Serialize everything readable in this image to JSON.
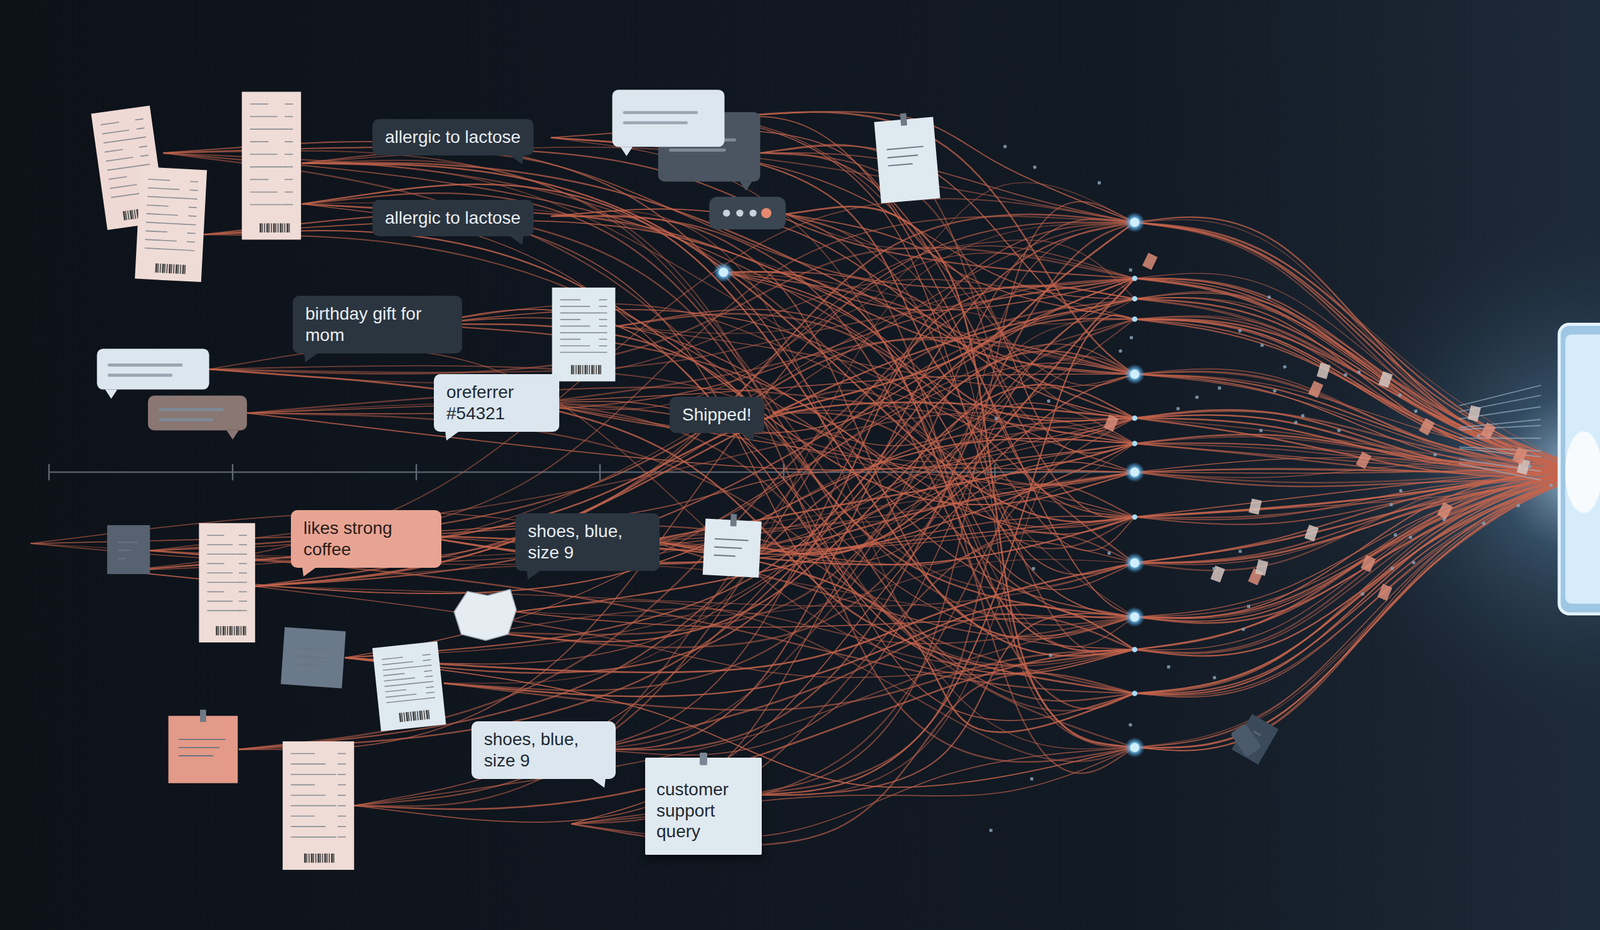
{
  "diagram": {
    "nodes": [
      {
        "text": [
          "allergic to lactose"
        ]
      },
      {
        "text": [
          "allergic to lactose"
        ]
      },
      {
        "text": [
          "birthday gift for mom"
        ]
      },
      {
        "text": [
          "oreferrer #54321"
        ]
      },
      {
        "text": [
          "Shipped!"
        ]
      },
      {
        "text": [
          "likes strong coffee"
        ]
      },
      {
        "text": [
          "shoes, blue, size 9"
        ]
      },
      {
        "text": [
          "shoes, blue, size 9"
        ]
      },
      {
        "text": [
          "customer support query"
        ]
      }
    ]
  }
}
